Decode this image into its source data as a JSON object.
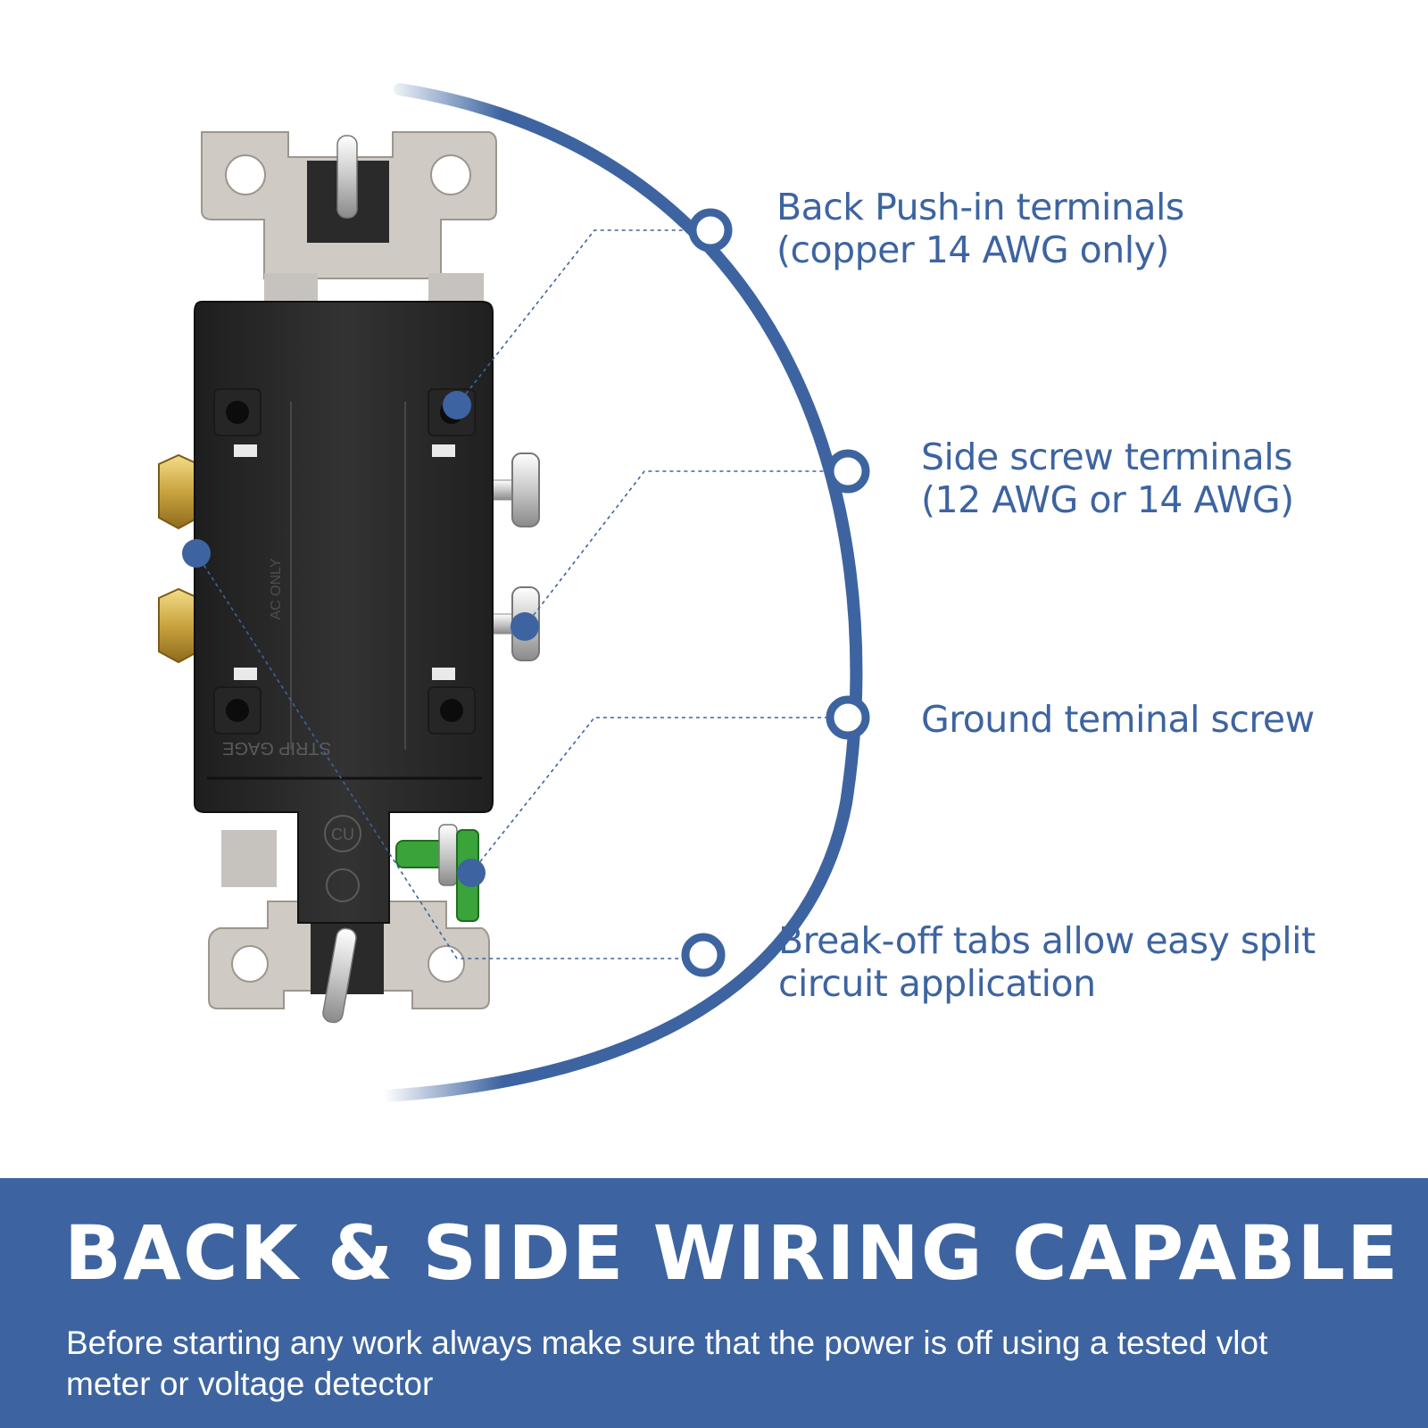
{
  "colors": {
    "accent": "#3d64a0",
    "banner_text": "#ffffff",
    "device_body": "#2b2b2b",
    "strap_metal": "#cfcac3",
    "brass_screw": "#c9a33e",
    "silver_screw": "#d9d9d9",
    "ground_screw": "#3aa33a"
  },
  "callouts": [
    {
      "id": "back-push-in",
      "lines": [
        "Back Push-in terminals",
        "(copper 14 AWG only)"
      ]
    },
    {
      "id": "side-screw",
      "lines": [
        "Side screw terminals",
        "(12 AWG or 14 AWG)"
      ]
    },
    {
      "id": "ground-screw",
      "lines": [
        "Ground teminal screw"
      ]
    },
    {
      "id": "break-off-tabs",
      "lines": [
        "Break-off tabs allow easy split",
        "circuit application"
      ]
    }
  ],
  "device": {
    "markings": [
      "STRIP GAGE",
      "CU",
      "AC ONLY"
    ]
  },
  "banner": {
    "title": "BACK & SIDE WIRING CAPABLE",
    "note_lines": [
      "Before starting any work always make sure that the power is off using a tested vlot",
      "meter or voltage detector"
    ]
  }
}
